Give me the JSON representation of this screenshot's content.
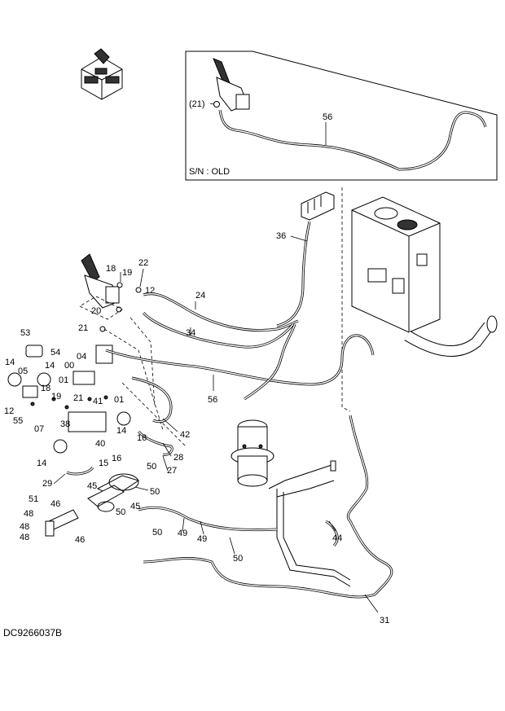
{
  "document_id": "DC9266037B",
  "inset": {
    "serial_note": "S/N : OLD",
    "ref_label": "(21)",
    "hose_label": "56"
  },
  "callouts": {
    "c36": "36",
    "c24": "24",
    "c34": "34",
    "c56": "56",
    "c31": "31",
    "c44": "44",
    "c18": "18",
    "c22": "22",
    "c19": "19",
    "c12a": "12",
    "c20": "20",
    "c21a": "21",
    "c53": "53",
    "c54": "54",
    "c00": "00",
    "c04": "04",
    "c01a": "01",
    "c14a": "14",
    "c14b": "14",
    "c05": "05",
    "c19b": "19",
    "c18b": "18",
    "c12b": "12",
    "c55": "55",
    "c07": "07",
    "c21b": "21",
    "c41": "41",
    "c01b": "01",
    "c38": "38",
    "c42": "42",
    "c40": "40",
    "c16a": "16",
    "c14c": "14",
    "c14d": "14",
    "c15": "15",
    "c16b": "16",
    "c28": "28",
    "c27": "27",
    "c29": "29",
    "c50a": "50",
    "c45a": "45",
    "c50b": "50",
    "c50c": "50",
    "c45b": "45",
    "c51": "51",
    "c46a": "46",
    "c48a": "48",
    "c48b": "48",
    "c48c": "48",
    "c46b": "46",
    "c50d": "50",
    "c49a": "49",
    "c49b": "49",
    "c50e": "50"
  }
}
